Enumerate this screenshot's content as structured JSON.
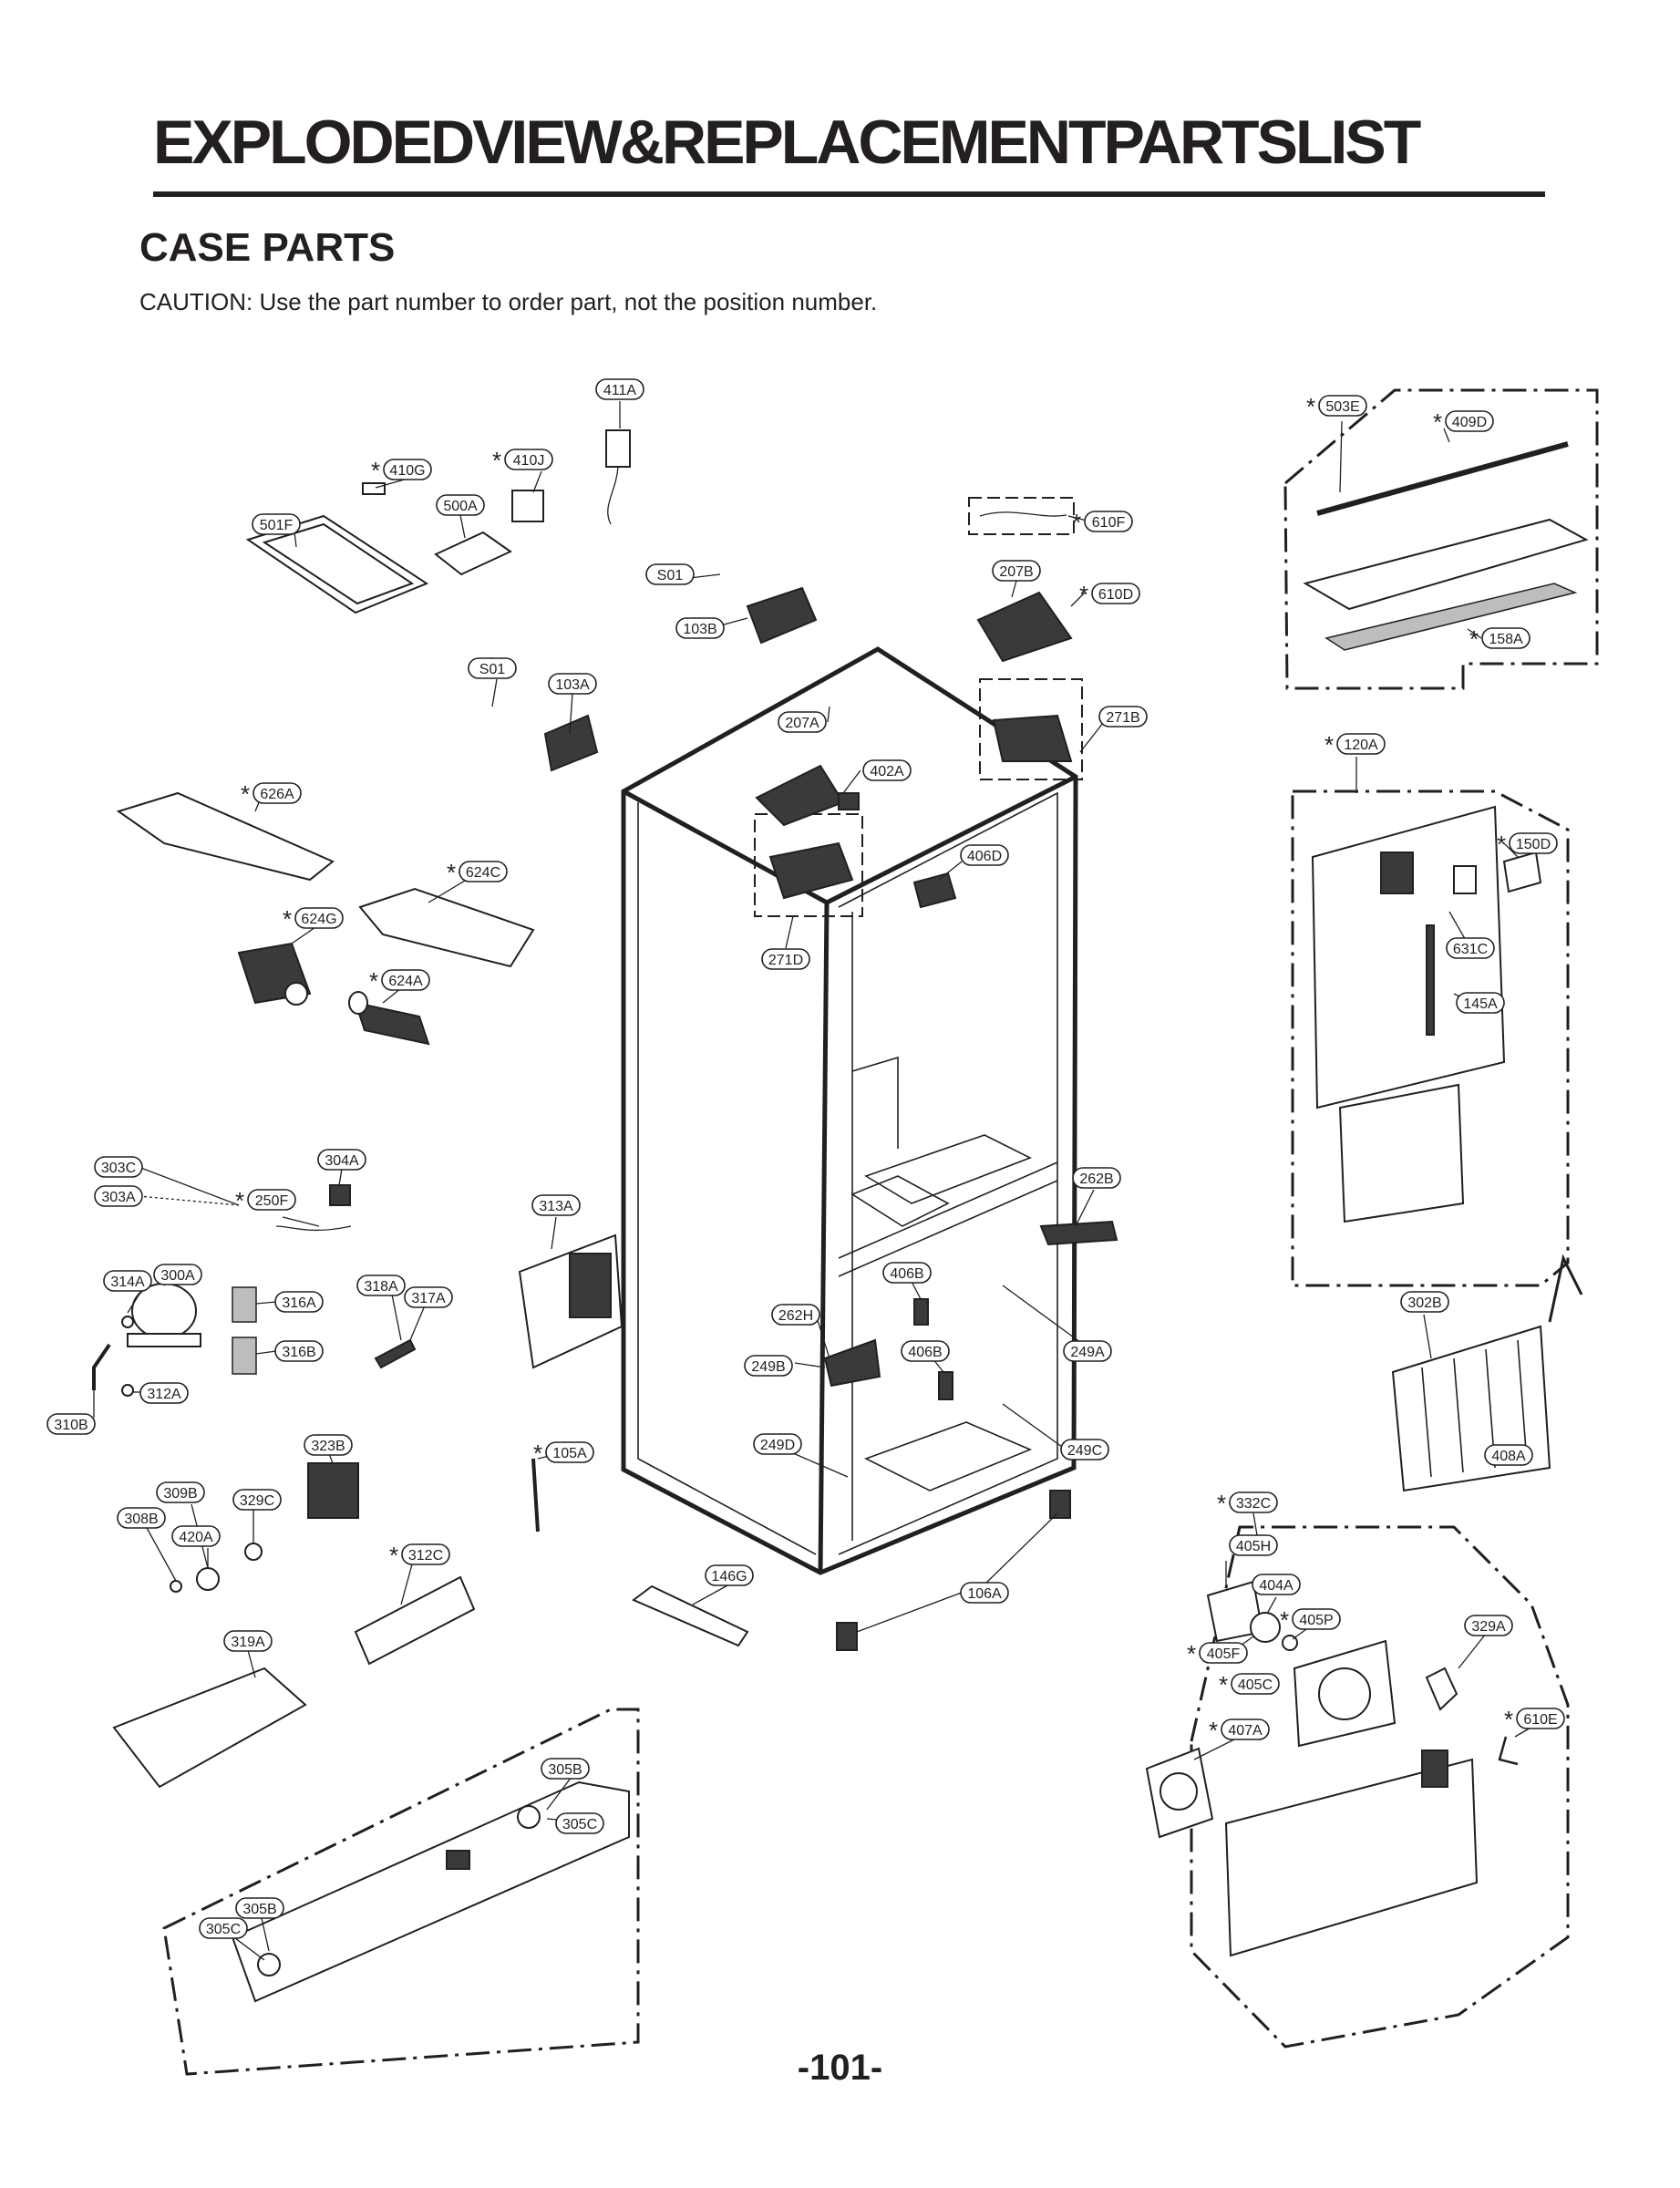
{
  "header": {
    "title": "EXPLODEDVIEW&REPLACEMENTPARTSLIST",
    "subtitle": "CASE PARTS",
    "caution": "CAUTION: Use the part number to order part, not the position number."
  },
  "page_number": "-101-",
  "callouts": [
    {
      "id": "411A",
      "star": false
    },
    {
      "id": "410J",
      "star": true
    },
    {
      "id": "410G",
      "star": true
    },
    {
      "id": "500A",
      "star": false
    },
    {
      "id": "501F",
      "star": false
    },
    {
      "id": "S01",
      "star": false
    },
    {
      "id": "103B",
      "star": false
    },
    {
      "id": "S01",
      "star": false
    },
    {
      "id": "103A",
      "star": false
    },
    {
      "id": "610F",
      "star": true
    },
    {
      "id": "207B",
      "star": false
    },
    {
      "id": "610D",
      "star": true
    },
    {
      "id": "207A",
      "star": false
    },
    {
      "id": "271B",
      "star": false
    },
    {
      "id": "402A",
      "star": false
    },
    {
      "id": "406D",
      "star": false
    },
    {
      "id": "271D",
      "star": false
    },
    {
      "id": "503E",
      "star": true
    },
    {
      "id": "409D",
      "star": true
    },
    {
      "id": "158A",
      "star": true
    },
    {
      "id": "120A",
      "star": true
    },
    {
      "id": "150D",
      "star": true
    },
    {
      "id": "631C",
      "star": false
    },
    {
      "id": "145A",
      "star": false
    },
    {
      "id": "626A",
      "star": true
    },
    {
      "id": "624C",
      "star": true
    },
    {
      "id": "624G",
      "star": true
    },
    {
      "id": "624A",
      "star": true
    },
    {
      "id": "303C",
      "star": false
    },
    {
      "id": "303A",
      "star": false
    },
    {
      "id": "304A",
      "star": false
    },
    {
      "id": "250F",
      "star": true
    },
    {
      "id": "313A",
      "star": false
    },
    {
      "id": "262B",
      "star": false
    },
    {
      "id": "314A",
      "star": false
    },
    {
      "id": "300A",
      "star": false
    },
    {
      "id": "316A",
      "star": false
    },
    {
      "id": "316B",
      "star": false
    },
    {
      "id": "318A",
      "star": false
    },
    {
      "id": "317A",
      "star": false
    },
    {
      "id": "312A",
      "star": false
    },
    {
      "id": "310B",
      "star": false
    },
    {
      "id": "406B",
      "star": false
    },
    {
      "id": "262H",
      "star": false
    },
    {
      "id": "249A",
      "star": false
    },
    {
      "id": "406B",
      "star": false
    },
    {
      "id": "249B",
      "star": false
    },
    {
      "id": "302B",
      "star": false
    },
    {
      "id": "408A",
      "star": false
    },
    {
      "id": "323B",
      "star": false
    },
    {
      "id": "105A",
      "star": true
    },
    {
      "id": "249D",
      "star": false
    },
    {
      "id": "249C",
      "star": false
    },
    {
      "id": "309B",
      "star": false
    },
    {
      "id": "329C",
      "star": false
    },
    {
      "id": "308B",
      "star": false
    },
    {
      "id": "420A",
      "star": false
    },
    {
      "id": "312C",
      "star": true
    },
    {
      "id": "146G",
      "star": false
    },
    {
      "id": "106A",
      "star": false
    },
    {
      "id": "332C",
      "star": true
    },
    {
      "id": "405H",
      "star": false
    },
    {
      "id": "404A",
      "star": false
    },
    {
      "id": "405P",
      "star": true
    },
    {
      "id": "329A",
      "star": false
    },
    {
      "id": "405F",
      "star": true
    },
    {
      "id": "405C",
      "star": true
    },
    {
      "id": "407A",
      "star": true
    },
    {
      "id": "610E",
      "star": true
    },
    {
      "id": "319A",
      "star": false
    },
    {
      "id": "305B",
      "star": false
    },
    {
      "id": "305C",
      "star": false
    },
    {
      "id": "305B",
      "star": false
    },
    {
      "id": "305C",
      "star": false
    }
  ]
}
